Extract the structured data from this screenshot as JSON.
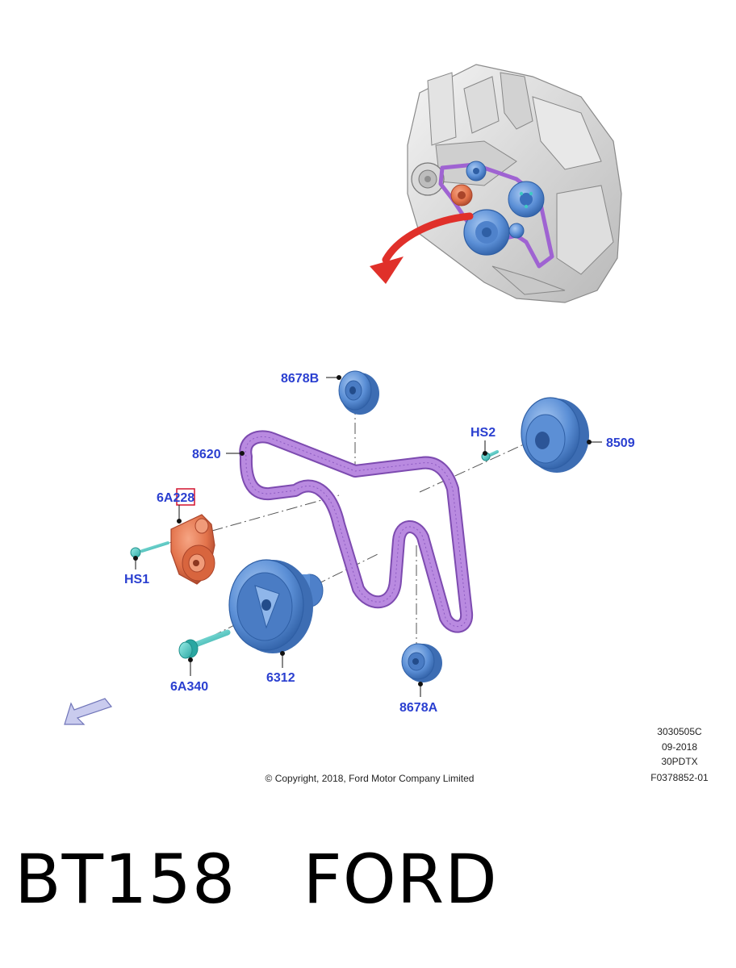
{
  "callouts": {
    "idler_upper": "8678B",
    "belt": "8620",
    "tensioner": "6A228",
    "bolt_hs1": "HS1",
    "bolt_hs2": "HS2",
    "water_pump_pulley": "8509",
    "crank_bolt": "6A340",
    "crank_pulley": "6312",
    "idler_lower": "8678A"
  },
  "meta": {
    "ref1": "3030505C",
    "date": "09-2018",
    "ref2": "30PDTX",
    "ref3": "F0378852-01",
    "copyright": "© Copyright, 2018, Ford Motor Company Limited"
  },
  "caption": "BT158   FORD",
  "colors": {
    "callout_text": "#2a3fd0",
    "pulley_blue": "#5b8fd6",
    "belt_purple": "#b07ad8",
    "tensioner_orange": "#e2724a",
    "bolt_teal": "#40c9c4",
    "arrow_red": "#e0302a"
  }
}
